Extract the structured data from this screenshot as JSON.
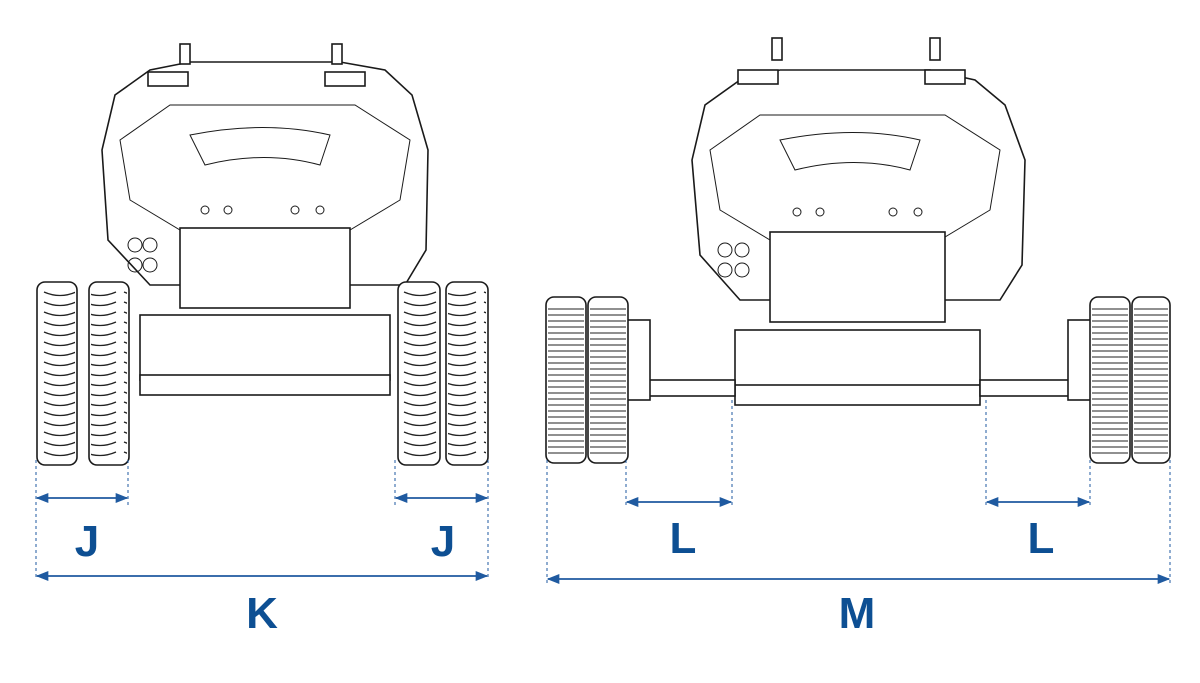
{
  "diagram": {
    "left_view": {
      "labels": {
        "track_left": "J",
        "track_right": "J",
        "overall": "K"
      }
    },
    "right_view": {
      "labels": {
        "track_left": "L",
        "track_right": "L",
        "overall": "M"
      }
    },
    "accent_color": "#0d4f93"
  }
}
